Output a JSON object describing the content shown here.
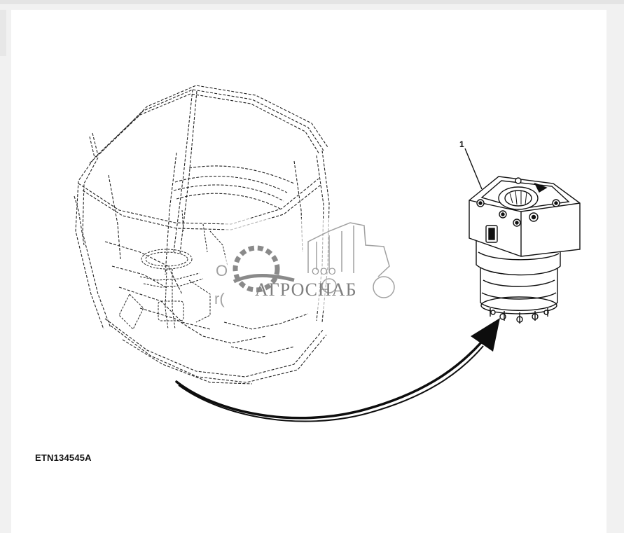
{
  "figure": {
    "id_label": "ETN134545A",
    "callout": "1"
  },
  "watermark": {
    "prefix": "ООО",
    "name": "АГРОСНАБ",
    "color": "#8a8a8a"
  },
  "ghost_text": {
    "line1": "O",
    "line2": "r("
  },
  "colors": {
    "page_bg": "#f1f1f1",
    "sheet_bg": "#ffffff",
    "line": "#111111",
    "arrow": "#0d0d0d"
  },
  "icons": [
    "tractor-cab-frame",
    "steering-valve-unit",
    "curved-arrow",
    "agrosnab-gear-logo",
    "tractor-silhouette"
  ]
}
